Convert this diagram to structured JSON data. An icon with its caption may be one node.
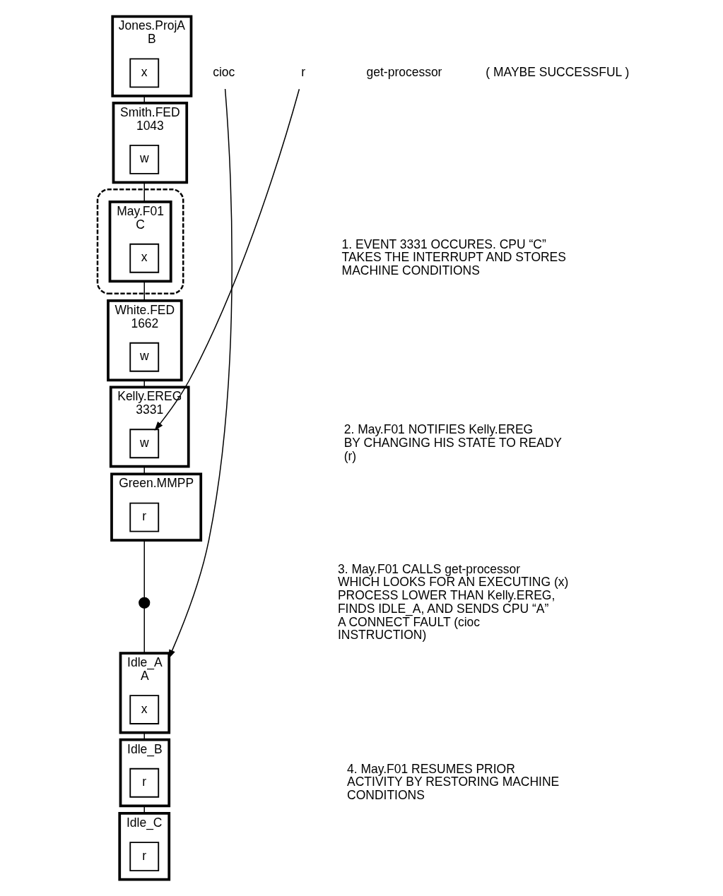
{
  "diagram": {
    "nodes": [
      {
        "text": [
          "Jones.ProjA",
          "B"
        ]
      },
      {
        "text": [
          "x"
        ],
        "in": 0
      },
      {
        "text": [
          "Smith.FED",
          "1043"
        ]
      },
      {
        "text": [
          "w"
        ],
        "in": 2
      },
      {
        "text": [],
        "shape": "cloud"
      },
      {
        "text": [
          "May.F01",
          "C"
        ],
        "in": 4
      },
      {
        "text": [
          "x"
        ],
        "in": 5
      },
      {
        "text": [
          "White.FED",
          "1662"
        ]
      },
      {
        "text": [
          "w"
        ],
        "in": 7
      },
      {
        "text": [
          "Kelly.EREG",
          "3331"
        ]
      },
      {
        "text": [
          "w"
        ],
        "in": 9
      },
      {
        "text": [
          "Green.MMPP"
        ]
      },
      {
        "text": [
          "r"
        ],
        "in": 11
      },
      {
        "text": [],
        "shape": "circle"
      },
      {
        "text": [
          "Idle_A",
          "A"
        ]
      },
      {
        "text": [
          "x"
        ],
        "in": 14
      },
      {
        "text": [
          "Idle_B"
        ]
      },
      {
        "text": [
          "r"
        ],
        "in": 16
      },
      {
        "text": [
          "Idle_C"
        ]
      },
      {
        "text": [
          "r"
        ],
        "in": 18
      },
      {
        "text": [
          "r"
        ]
      },
      {
        "text": [
          "cioc"
        ]
      }
    ],
    "edges": [
      {
        "from": 0,
        "to": 2,
        "arrow": "none"
      },
      {
        "from": 2,
        "to": 5,
        "arrow": "none"
      },
      {
        "from": 5,
        "to": 7,
        "arrow": "none"
      },
      {
        "from": 7,
        "to": 9,
        "arrow": "none"
      },
      {
        "from": 9,
        "to": 11,
        "arrow": "none"
      },
      {
        "from": 11,
        "to": 13,
        "arrow": "none"
      },
      {
        "from": 13,
        "to": 14,
        "arrow": "none"
      },
      {
        "from": 14,
        "to": 16,
        "arrow": "none"
      },
      {
        "from": 16,
        "to": 18,
        "arrow": "none"
      },
      {
        "from": 20,
        "to": 10,
        "arrow": "to"
      },
      {
        "from": 21,
        "to": 14,
        "arrow": "to"
      }
    ],
    "labels": [
      "1. EVENT 3331 OCCURES. CPU “C” TAKES THE INTERRUPT AND STORES MACHINE CONDITIONS",
      "2. May.F01 NOTIFIES Kelly.EREG BY CHANGING HIS STATE TO READY (r)",
      "3. May.F01 CALLS get-processor WHICH LOOKS FOR AN EXECUTING (x) PROCESS LOWER THAN Kelly.EREG, FINDS IDLE_A, AND SENDS CPU “A” A CONNECT FAULT (cioc INSTRUCTION)",
      "4. May.F01 RESUMES PRIOR ACTIVITY BY RESTORING MACHINE CONDITIONS",
      "get-processor",
      "( MAYBE SUCCESSFUL )"
    ]
  }
}
